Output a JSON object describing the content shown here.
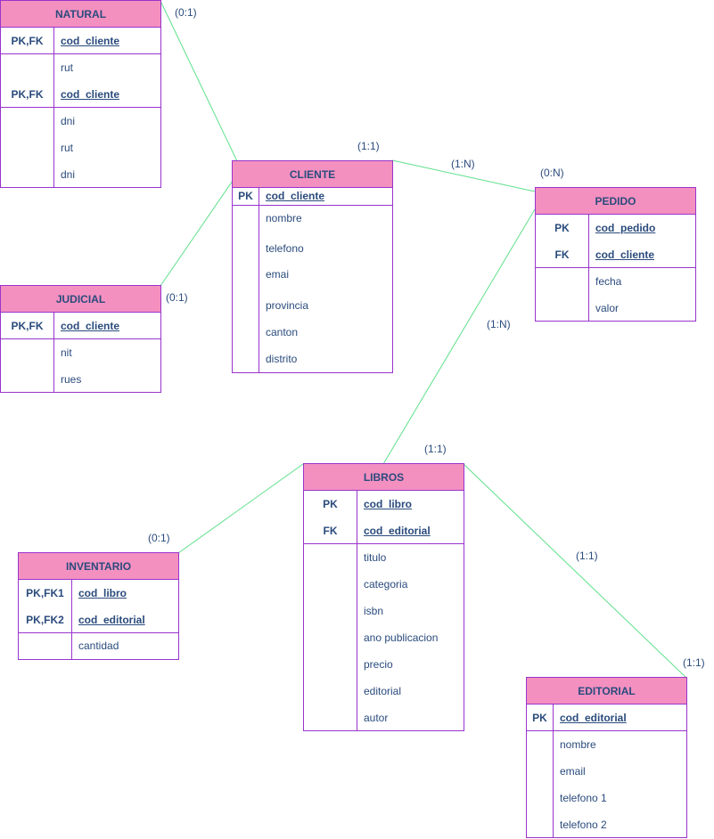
{
  "entities": {
    "natural": {
      "title": "NATURAL",
      "r1": {
        "key": "PK,FK",
        "attr": "cod_cliente"
      },
      "r2": {
        "key": "",
        "attr": "rut"
      },
      "r3": {
        "key": "PK,FK",
        "attr": "cod_cliente"
      },
      "r4": {
        "key": "",
        "attr": "dni"
      },
      "r5": {
        "key": "",
        "attr": "rut"
      },
      "r6": {
        "key": "",
        "attr": "dni"
      }
    },
    "judicial": {
      "title": "JUDICIAL",
      "r1": {
        "key": "PK,FK",
        "attr": "cod_cliente"
      },
      "r2": {
        "key": "",
        "attr": "nit"
      },
      "r3": {
        "key": "",
        "attr": "rues"
      }
    },
    "cliente": {
      "title": "CLIENTE",
      "r1": {
        "key": "PK",
        "attr": "cod_cliente"
      },
      "r2": {
        "key": "",
        "attr": "nombre"
      },
      "r3": {
        "key": "",
        "attr": "telefono"
      },
      "r4": {
        "key": "",
        "attr": "emai"
      },
      "r5": {
        "key": "",
        "attr": "provincia"
      },
      "r6": {
        "key": "",
        "attr": "canton"
      },
      "r7": {
        "key": "",
        "attr": "distrito"
      }
    },
    "pedido": {
      "title": "PEDIDO",
      "r1": {
        "key": "PK",
        "attr": "cod_pedido"
      },
      "r2": {
        "key": "FK",
        "attr": "cod_cliente"
      },
      "r3": {
        "key": "",
        "attr": "fecha"
      },
      "r4": {
        "key": "",
        "attr": "valor"
      }
    },
    "libros": {
      "title": "LIBROS",
      "r1": {
        "key": "PK",
        "attr": "cod_libro"
      },
      "r2": {
        "key": "FK",
        "attr": "cod_editorial"
      },
      "r3": {
        "key": "",
        "attr": "titulo"
      },
      "r4": {
        "key": "",
        "attr": "categoria"
      },
      "r5": {
        "key": "",
        "attr": "isbn"
      },
      "r6": {
        "key": "",
        "attr": "ano publicacion"
      },
      "r7": {
        "key": "",
        "attr": "precio"
      },
      "r8": {
        "key": "",
        "attr": "editorial"
      },
      "r9": {
        "key": "",
        "attr": "autor"
      }
    },
    "inventario": {
      "title": "INVENTARIO",
      "r1": {
        "key": "PK,FK1",
        "attr": "cod_libro"
      },
      "r2": {
        "key": "PK,FK2",
        "attr": "cod_editorial"
      },
      "r3": {
        "key": "",
        "attr": "cantidad"
      }
    },
    "editorial": {
      "title": "EDITORIAL",
      "r1": {
        "key": "PK",
        "attr": "cod_editorial"
      },
      "r2": {
        "key": "",
        "attr": "nombre"
      },
      "r3": {
        "key": "",
        "attr": "email"
      },
      "r4": {
        "key": "",
        "attr": "telefono 1"
      },
      "r5": {
        "key": "",
        "attr": "telefono 2"
      }
    }
  },
  "cardinalities": {
    "natural_cliente": "(0:1)",
    "judicial_cliente": "(0:1)",
    "cliente_pedido_a": "(1:1)",
    "cliente_pedido_b": "(1:N)",
    "cliente_pedido_c": "(0:N)",
    "pedido_libros_a": "(1:N)",
    "pedido_libros_b": "(1:1)",
    "libros_inventario": "(0:1)",
    "libros_editorial_a": "(1:1)",
    "libros_editorial_b": "(1:1)"
  },
  "colors": {
    "header": "#f490c0",
    "border": "#9933cc",
    "text": "#2a4b7c",
    "line": "#5ee08a"
  }
}
